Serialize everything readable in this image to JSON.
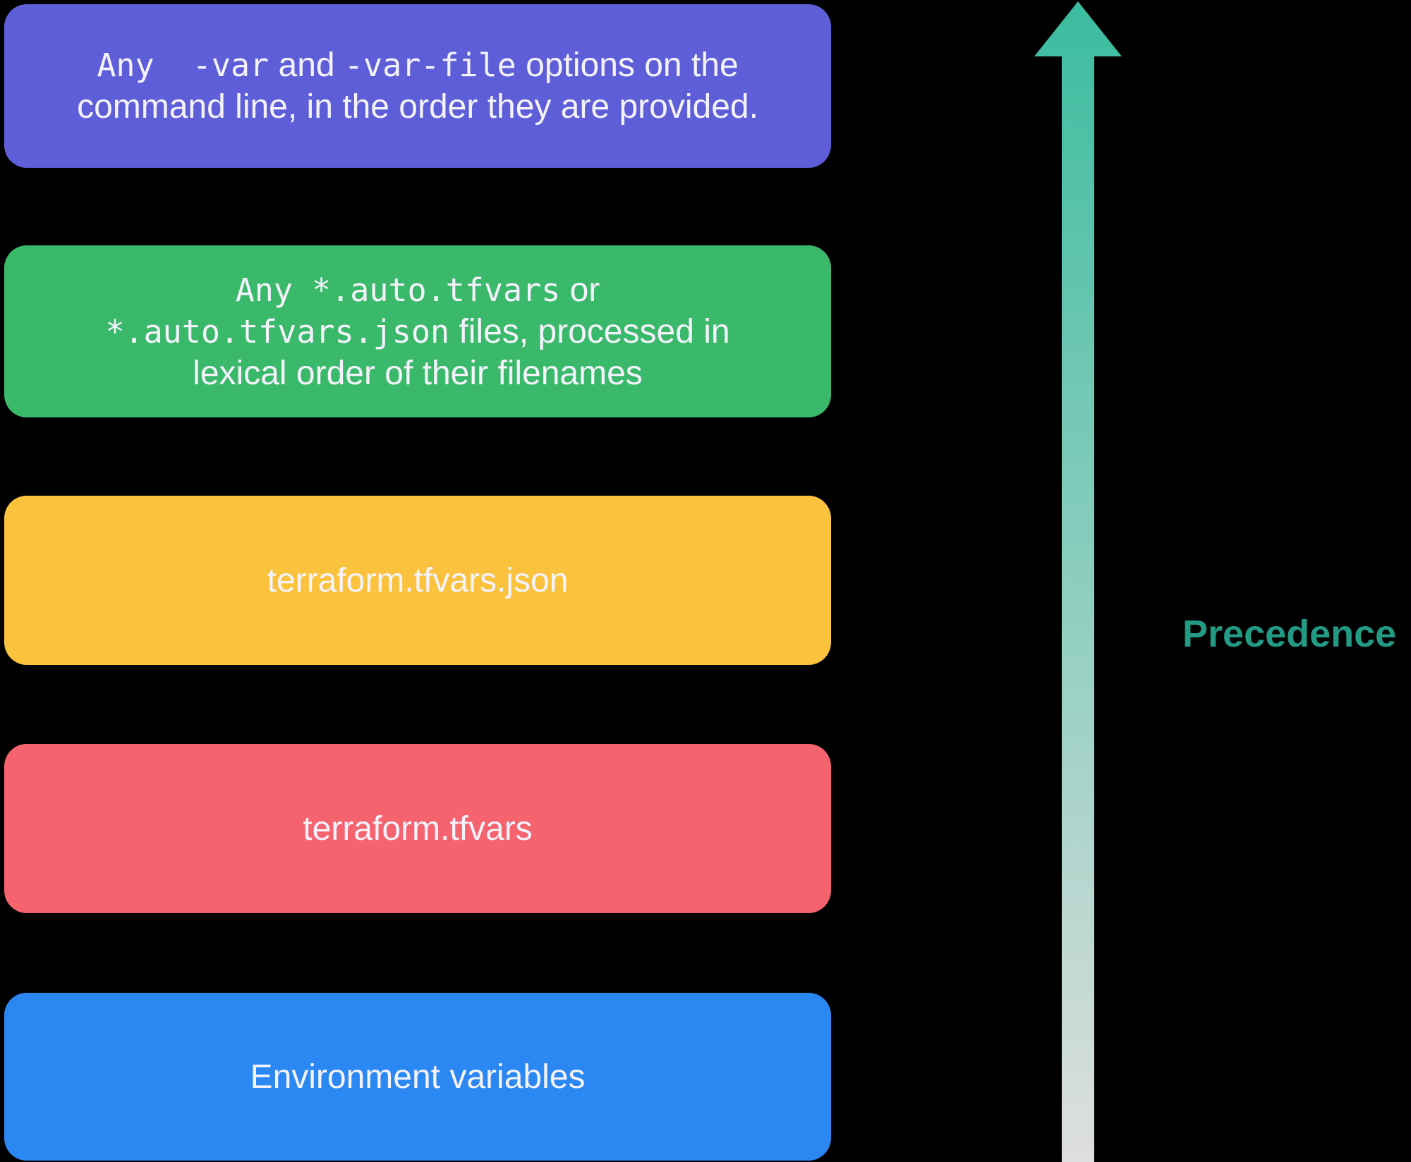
{
  "background": "#000000",
  "text_color": "#f4f3fb",
  "boxes": [
    {
      "id": "cli-var-options",
      "color": "#5e5ed8",
      "lines": [
        [
          {
            "text": "Any  -var",
            "mono": true
          },
          {
            "text": " and ",
            "mono": false
          },
          {
            "text": "-var-file",
            "mono": true
          },
          {
            "text": " options on the",
            "mono": false
          }
        ],
        [
          {
            "text": "command line, in the order they are provided.",
            "mono": false
          }
        ]
      ]
    },
    {
      "id": "auto-tfvars-files",
      "color": "#3bb96b",
      "lines": [
        [
          {
            "text": "Any *.auto.tfvars",
            "mono": true
          },
          {
            "text": " or",
            "mono": false
          }
        ],
        [
          {
            "text": "*.auto.tfvars.json",
            "mono": true
          },
          {
            "text": " files, processed in",
            "mono": false
          }
        ],
        [
          {
            "text": "lexical order of their filenames",
            "mono": false
          }
        ]
      ]
    },
    {
      "id": "terraform-tfvars-json",
      "color": "#fbc33d",
      "lines": [
        [
          {
            "text": "terraform.tfvars.json",
            "mono": false
          }
        ]
      ]
    },
    {
      "id": "terraform-tfvars",
      "color": "#f5636f",
      "lines": [
        [
          {
            "text": "terraform.tfvars",
            "mono": false
          }
        ]
      ]
    },
    {
      "id": "environment-variables",
      "color": "#2b87f2",
      "lines": [
        [
          {
            "text": "Environment variables",
            "mono": false
          }
        ]
      ]
    }
  ],
  "arrow": {
    "label": "Precedence",
    "label_color": "#229a84",
    "gradient_top": "#3bbc9f",
    "gradient_bottom": "#dedfde"
  }
}
